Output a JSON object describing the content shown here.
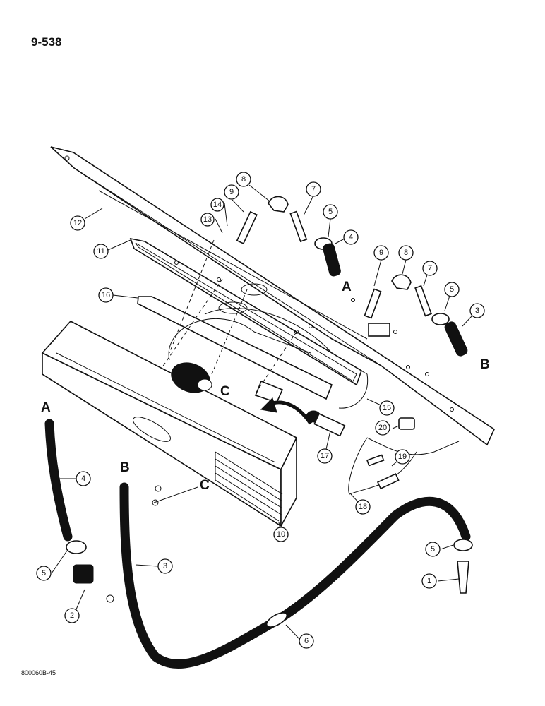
{
  "page_number": "9-538",
  "reference_code": "800060B-45",
  "callouts": {
    "c1": "1",
    "c2": "2",
    "c3a": "3",
    "c3b": "3",
    "c4a": "4",
    "c4b": "4",
    "c5a": "5",
    "c5b": "5",
    "c5c": "5",
    "c5d": "5",
    "c6": "6",
    "c7a": "7",
    "c7b": "7",
    "c8a": "8",
    "c8b": "8",
    "c9a": "9",
    "c9b": "9",
    "c10": "10",
    "c11": "11",
    "c12": "12",
    "c13": "13",
    "c14": "14",
    "c15": "15",
    "c16": "16",
    "c17": "17",
    "c18": "18",
    "c19": "19",
    "c20": "20"
  },
  "connection_letters": {
    "a_top": "A",
    "b_top": "B",
    "c_motor": "C",
    "a_hose": "A",
    "b_hose": "B",
    "c_wire": "C"
  }
}
